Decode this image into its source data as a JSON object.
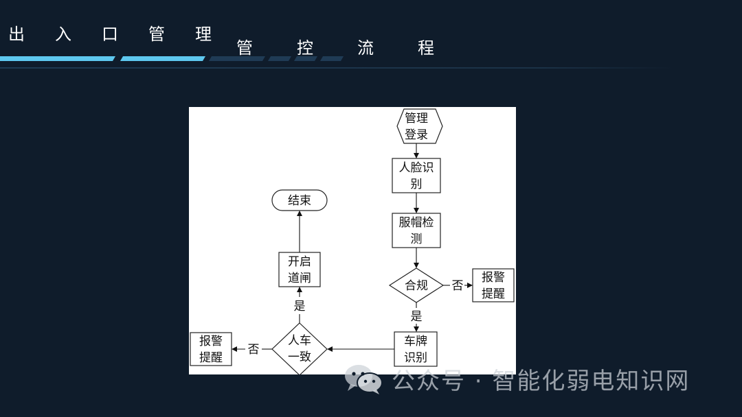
{
  "header": {
    "title_part1": [
      "出",
      "入",
      "口",
      "管",
      "理"
    ],
    "title_part2": [
      "管",
      "控",
      "流",
      "程"
    ]
  },
  "flowchart": {
    "nodes": {
      "login": {
        "line1": "管理",
        "line2": "登录"
      },
      "face": {
        "line1": "人脸识",
        "line2": "别"
      },
      "helmet": {
        "line1": "服帽检",
        "line2": "测"
      },
      "compliant": {
        "line1": "合规"
      },
      "alarm_right": {
        "line1": "报警",
        "line2": "提醒"
      },
      "plate": {
        "line1": "车牌",
        "line2": "识别"
      },
      "match": {
        "line1": "人车",
        "line2": "一致"
      },
      "alarm_left": {
        "line1": "报警",
        "line2": "提醒"
      },
      "gate": {
        "line1": "开启",
        "line2": "道闸"
      },
      "end": {
        "line1": "结束"
      }
    },
    "edge_labels": {
      "compliant_no": "否",
      "compliant_yes": "是",
      "match_yes": "是",
      "match_no": "否"
    }
  },
  "watermark": {
    "icon": "wechat-icon",
    "text": "公众号 · 智能化弱电知识网"
  },
  "colors": {
    "background": "#0f1c2b",
    "accent_bright": "#5ec8ef",
    "accent_dim": "#1f3b55",
    "panel": "#ffffff"
  }
}
